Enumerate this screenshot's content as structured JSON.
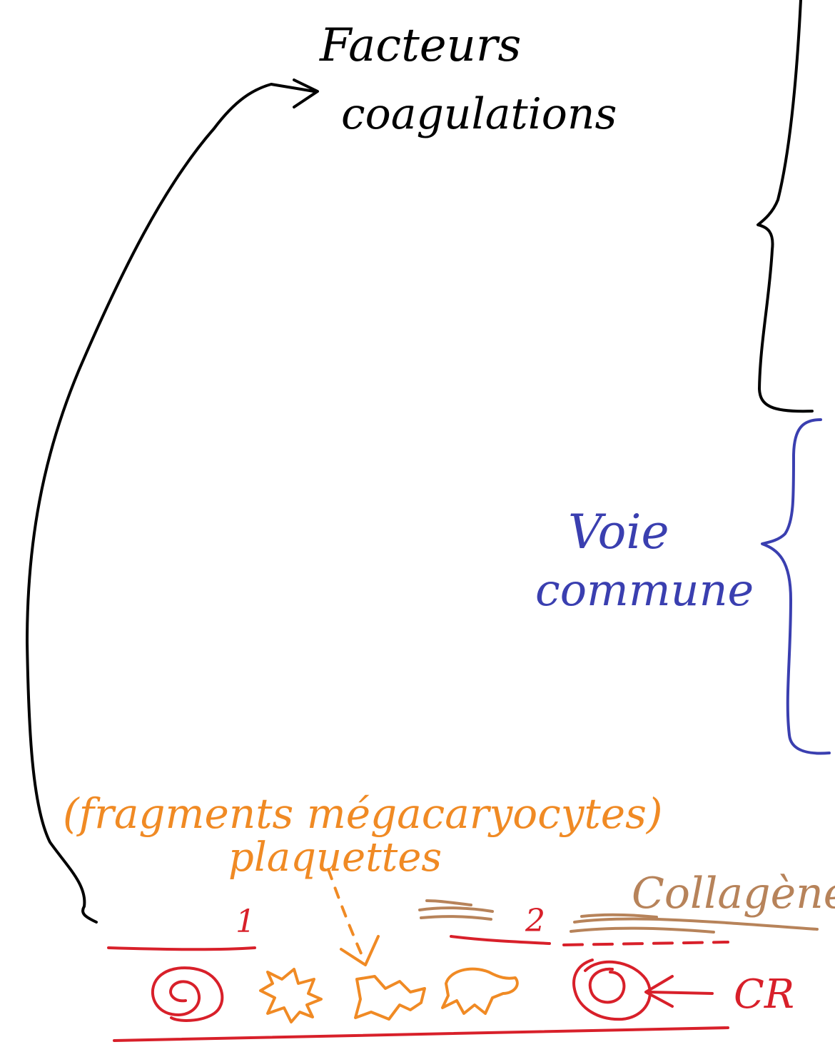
{
  "labels": {
    "facteurs_line1": "Facteurs",
    "facteurs_line2": "coagulations",
    "voie_line1": "Voie",
    "voie_line2": "commune",
    "plaquettes_line1": "(fragments mégacaryocytes)",
    "plaquettes_line2": "plaquettes",
    "collagene": "Collagène",
    "marker_1": "1",
    "marker_2": "2",
    "cellule": "CR"
  },
  "colors": {
    "black": "#000000",
    "blue": "#3a3fb0",
    "orange": "#f08a24",
    "red": "#d8202a",
    "brown": "#b7835a"
  }
}
